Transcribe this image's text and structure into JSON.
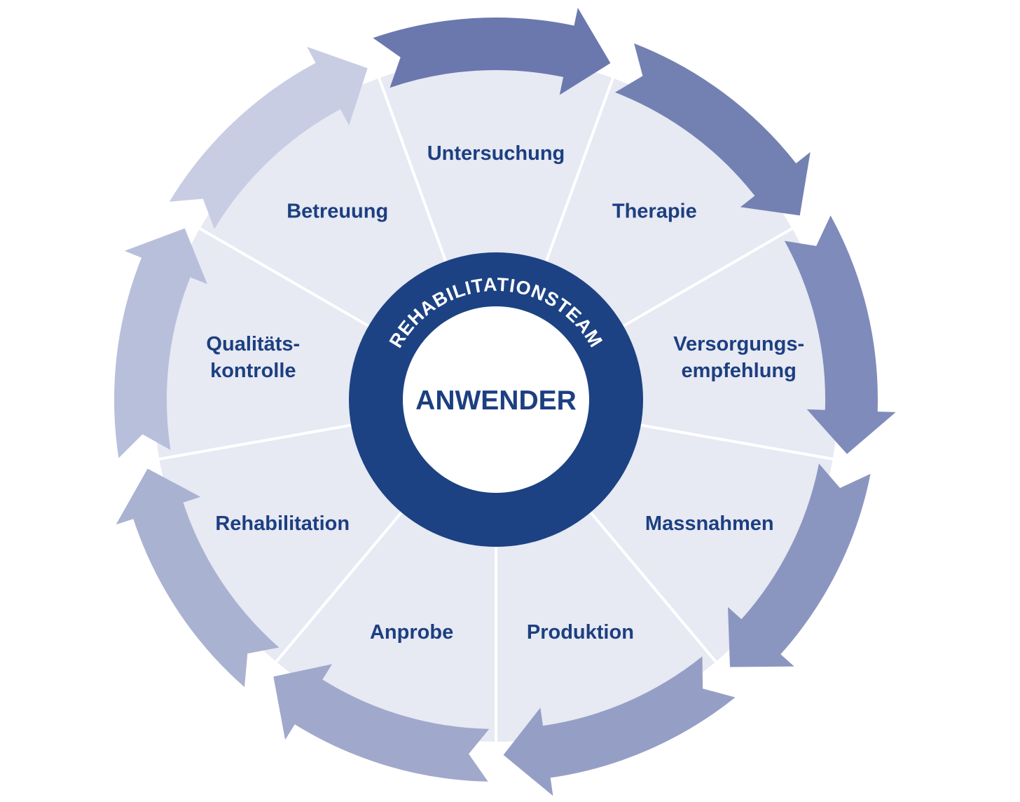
{
  "diagram": {
    "segments": [
      {
        "id": "untersuchung",
        "lines": [
          "Untersuchung"
        ]
      },
      {
        "id": "therapie",
        "lines": [
          "Therapie"
        ]
      },
      {
        "id": "versorgungsempfehlung",
        "lines": [
          "Versorgungs-",
          "empfehlung"
        ]
      },
      {
        "id": "massnahmen",
        "lines": [
          "Massnahmen"
        ]
      },
      {
        "id": "produktion",
        "lines": [
          "Produktion"
        ]
      },
      {
        "id": "anprobe",
        "lines": [
          "Anprobe"
        ]
      },
      {
        "id": "rehabilitation",
        "lines": [
          "Rehabilitation"
        ]
      },
      {
        "id": "qualitaetskontrolle",
        "lines": [
          "Qualitäts-",
          "kontrolle"
        ]
      },
      {
        "id": "betreuung",
        "lines": [
          "Betreuung"
        ]
      }
    ],
    "ring_label": "REHABILITATIONSTEAM",
    "center_label": "ANWENDER",
    "colors": {
      "segment_fill": "#e7e9f3",
      "segment_divider": "#ffffff",
      "ring": "#1c4283",
      "center": "#ffffff",
      "text": "#1c3f80",
      "arrows": [
        "#6a78ae",
        "#7381b2",
        "#7f8bba",
        "#8b96c0",
        "#959fc6",
        "#a0a8cc",
        "#aab2d2",
        "#b8bfdb",
        "#c8cde3"
      ]
    }
  }
}
